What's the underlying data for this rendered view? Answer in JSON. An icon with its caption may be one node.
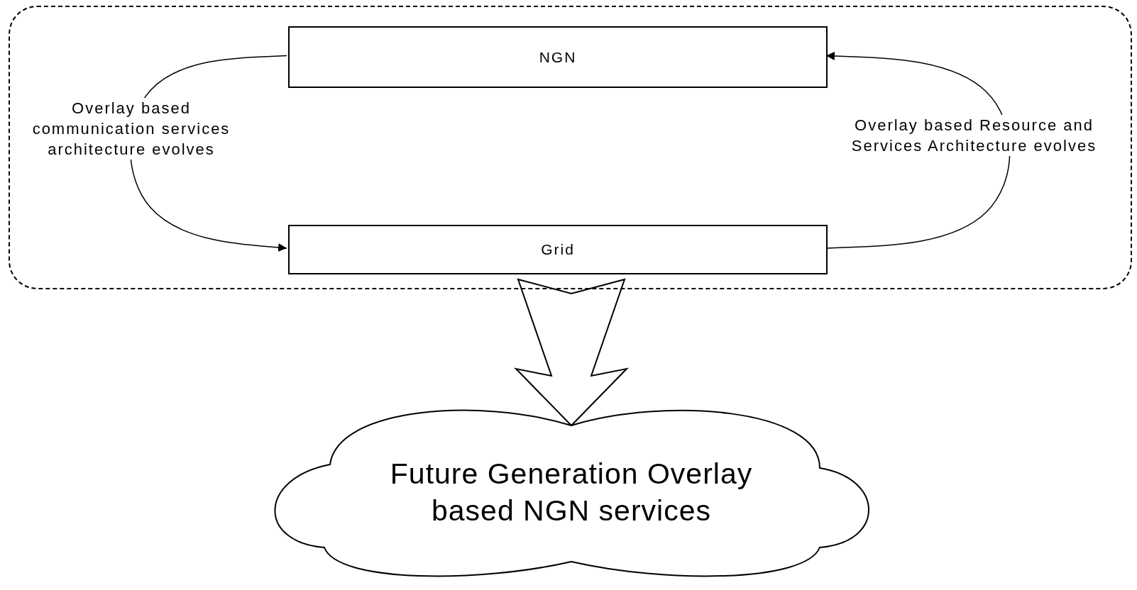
{
  "diagram": {
    "nodes": [
      {
        "text": [],
        "shape": "box"
      },
      {
        "text": [
          "NGN"
        ],
        "in": 0
      },
      {
        "text": [
          "Grid"
        ],
        "in": 0
      },
      {
        "text": [
          "Future Generation Overlay based NGN services"
        ]
      }
    ],
    "edges": [
      {
        "from": 1,
        "to": 2,
        "arrow": "to",
        "label": "Overlay based communication services architecture evolves"
      },
      {
        "from": 2,
        "to": 1,
        "arrow": "to",
        "label": "Overlay based Resource and Services Architecture evolves"
      },
      {
        "from": 0,
        "to": 3,
        "arrow": "to",
        "style": "thick"
      }
    ]
  }
}
